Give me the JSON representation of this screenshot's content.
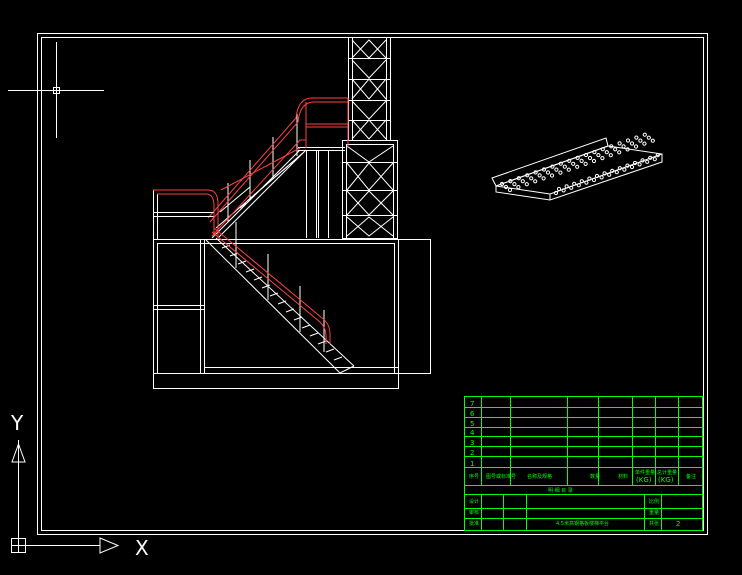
{
  "colors": {
    "background": "#000000",
    "lines": "#ffffff",
    "railing": "#ff4040",
    "table": "#00ff00",
    "table_text": "#00ff00"
  },
  "ucs": {
    "y_label": "Y",
    "x_label": "X"
  },
  "title_block": {
    "parts_rows": [
      "7",
      "6",
      "5",
      "4",
      "3",
      "2",
      "1"
    ],
    "header": {
      "seq": "序号",
      "code": "图号或标准号",
      "name": "名称及规格",
      "qty": "数量",
      "material": "材料",
      "unit_weight": "单件重量",
      "unit_weight_unit": "(KG)",
      "total_weight": "总计重量",
      "total_weight_unit": "(KG)",
      "remark": "备注"
    },
    "list_title": "明 细 目 录",
    "drawing_name": "4.5米高钢格板楼梯平台",
    "labels": {
      "designed": "设计",
      "checked": "审核",
      "approved": "批准",
      "scale": "比例",
      "weight": "重量",
      "sheet": "共张"
    },
    "sheet_value": "2"
  }
}
